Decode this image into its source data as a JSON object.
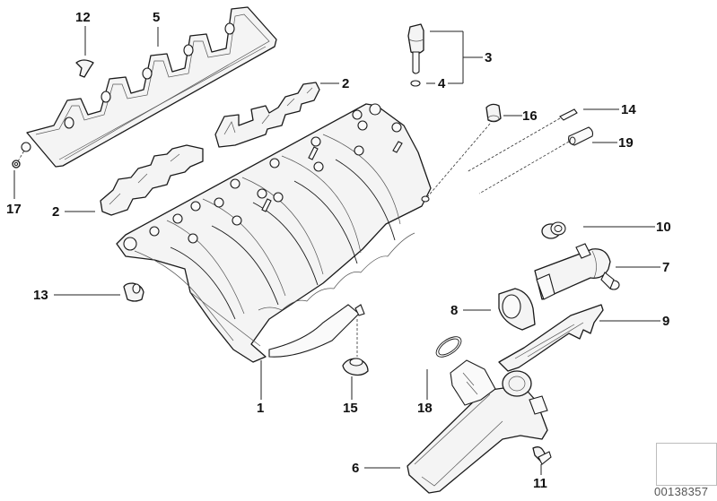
{
  "diagram": {
    "title_hidden": "",
    "reference_number": "00138357",
    "callouts": {
      "c1": "1",
      "c2a": "2",
      "c2b": "2",
      "c3": "3",
      "c4": "4",
      "c5": "5",
      "c6": "6",
      "c7": "7",
      "c8": "8",
      "c9": "9",
      "c10": "10",
      "c11": "11",
      "c12": "12",
      "c13": "13",
      "c14": "14",
      "c15": "15",
      "c16": "16",
      "c17": "17",
      "c18": "18",
      "c19": "19"
    },
    "navigation_icon": "back-arrow-icon",
    "colors": {
      "line": "#1a1a1a",
      "fill": "#f4f4f4",
      "ref_text": "#555555"
    }
  }
}
